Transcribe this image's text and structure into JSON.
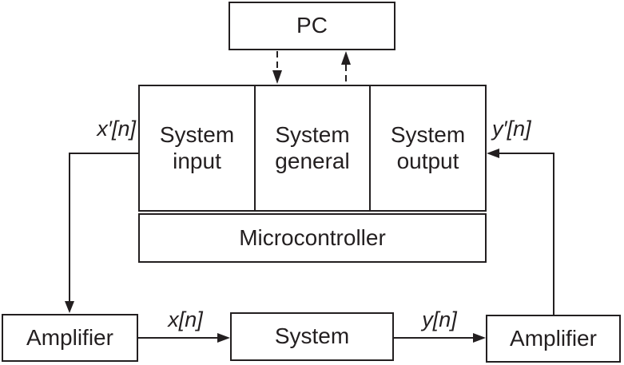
{
  "diagram": {
    "boxes": {
      "pc": "PC",
      "system_input": "System\ninput",
      "system_general": "System\ngeneral",
      "system_output": "System\noutput",
      "microcontroller": "Microcontroller",
      "amplifier_left": "Amplifier",
      "system": "System",
      "amplifier_right": "Amplifier"
    },
    "signals": {
      "x_prime": "x′[n]",
      "y_prime": "y′[n]",
      "x": "x[n]",
      "y": "y[n]"
    },
    "colors": {
      "line": "#231f20",
      "background": "#ffffff"
    }
  }
}
